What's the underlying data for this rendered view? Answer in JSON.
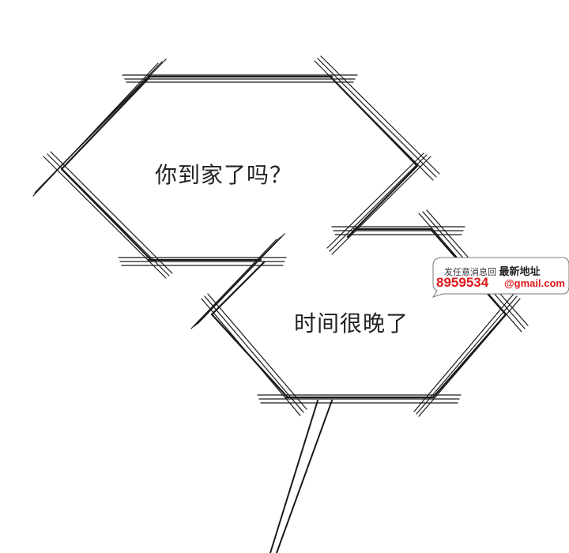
{
  "bubbles": [
    {
      "text": "你到家了吗？"
    },
    {
      "text": "时间很晚了"
    }
  ],
  "watermark": {
    "prefix": "发任意消息回",
    "headline": "最新地址",
    "number": "8959534",
    "email": "@gmail.com",
    "color": "#e0191b"
  }
}
